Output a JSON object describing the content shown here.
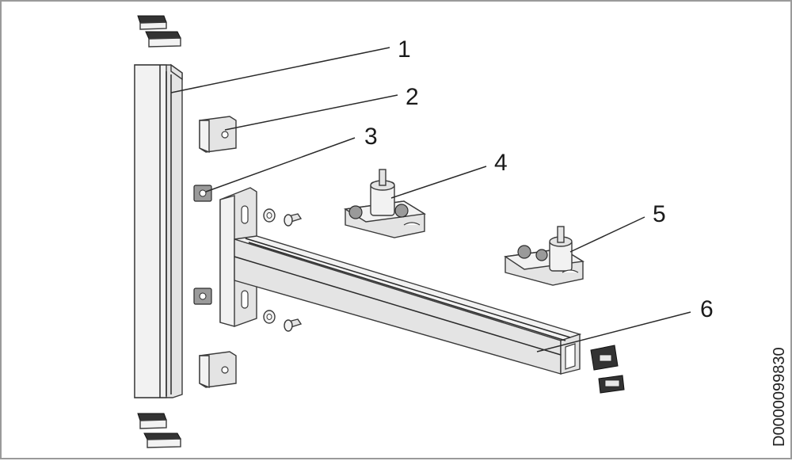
{
  "callouts": [
    {
      "label": "1"
    },
    {
      "label": "2"
    },
    {
      "label": "3"
    },
    {
      "label": "4"
    },
    {
      "label": "5"
    },
    {
      "label": "6"
    }
  ],
  "document_id": "D0000099830"
}
